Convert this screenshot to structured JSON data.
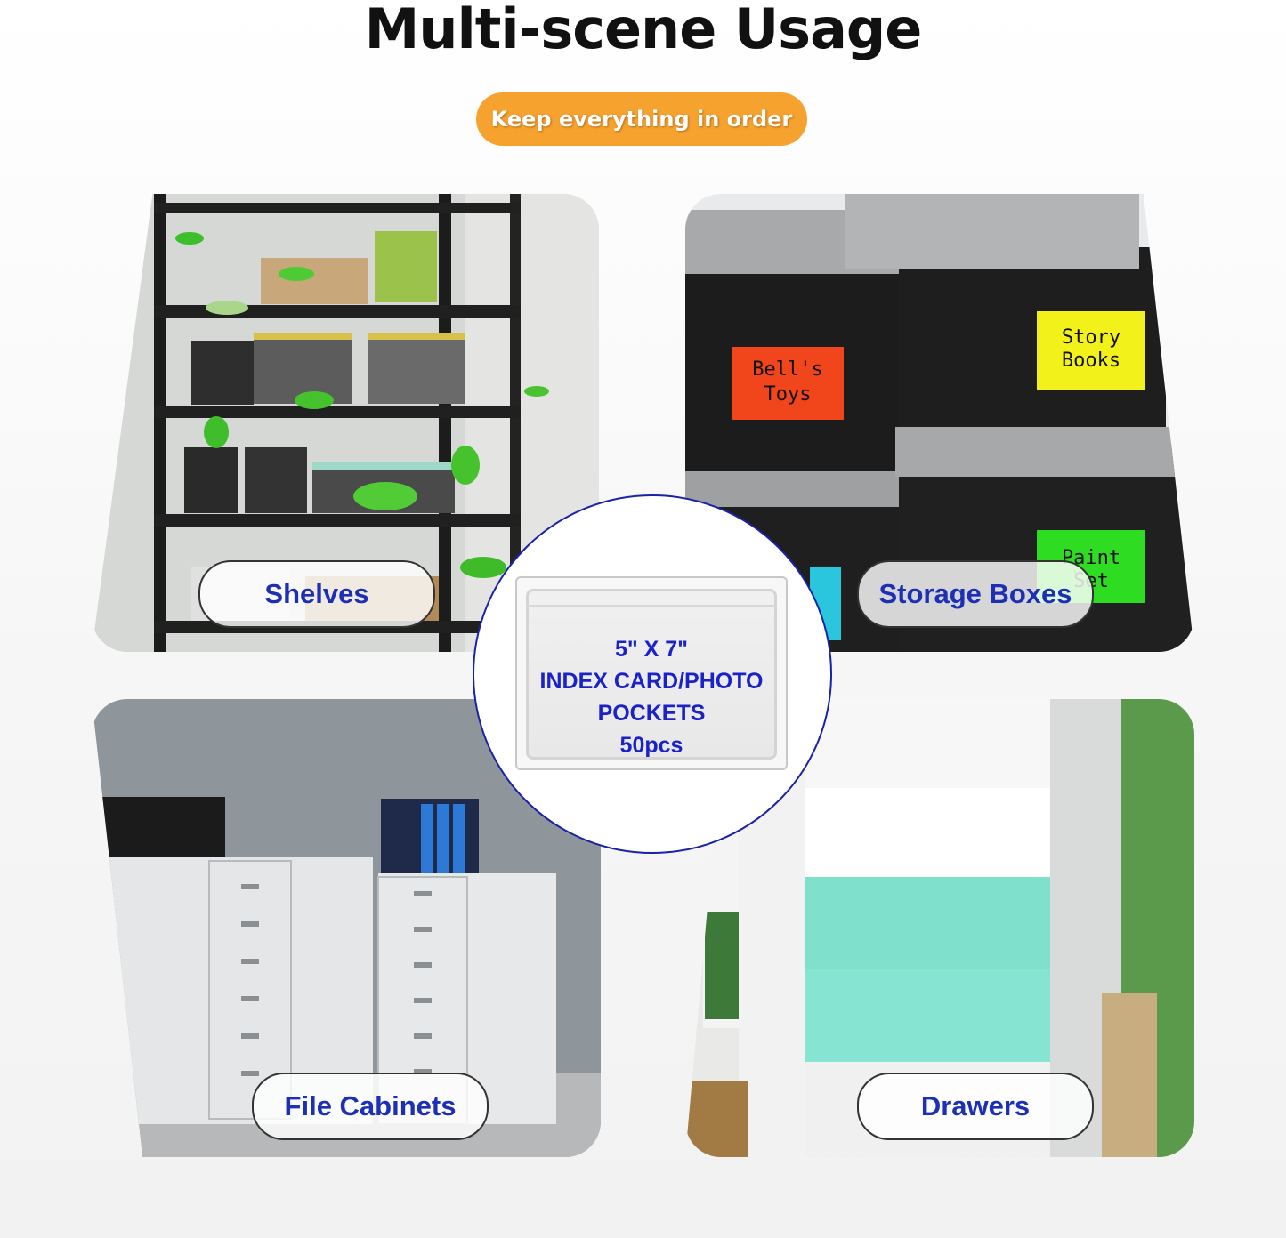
{
  "header": {
    "title": "Multi-scene Usage",
    "tagline": "Keep everything in order"
  },
  "scenes": [
    {
      "label": "Shelves"
    },
    {
      "label": "Storage Boxes"
    },
    {
      "label": "File Cabinets"
    },
    {
      "label": "Drawers"
    }
  ],
  "box_labels": {
    "orange": "Bell's Toys",
    "yellow": "Story Books",
    "green": "Paint Set"
  },
  "product": {
    "size": "5\" X 7\"",
    "line1": "INDEX CARD/PHOTO",
    "line2": "POCKETS",
    "count": "50pcs"
  },
  "colors": {
    "accent_orange": "#f5a22f",
    "label_blue": "#1c2fb5",
    "circle_border": "#1a22a8"
  }
}
